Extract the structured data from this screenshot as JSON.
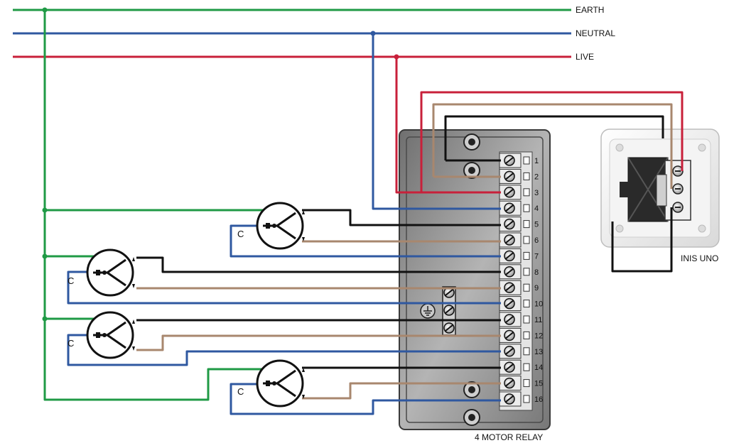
{
  "supply": {
    "earth_label": "EARTH",
    "neutral_label": "NEUTRAL",
    "live_label": "LIVE"
  },
  "relay": {
    "caption": "4 MOTOR RELAY",
    "terminals": [
      "1",
      "2",
      "3",
      "4",
      "5",
      "6",
      "7",
      "8",
      "9",
      "10",
      "11",
      "12",
      "13",
      "14",
      "15",
      "16"
    ]
  },
  "switch": {
    "caption": "INIS UNO"
  },
  "motors": {
    "common_label": "C"
  },
  "colors": {
    "earth": "#1f9a45",
    "neutral": "#2f58a0",
    "live": "#c8203a",
    "brown": "#a8876e",
    "black": "#111111",
    "relay_body": "#8c8c8c"
  }
}
